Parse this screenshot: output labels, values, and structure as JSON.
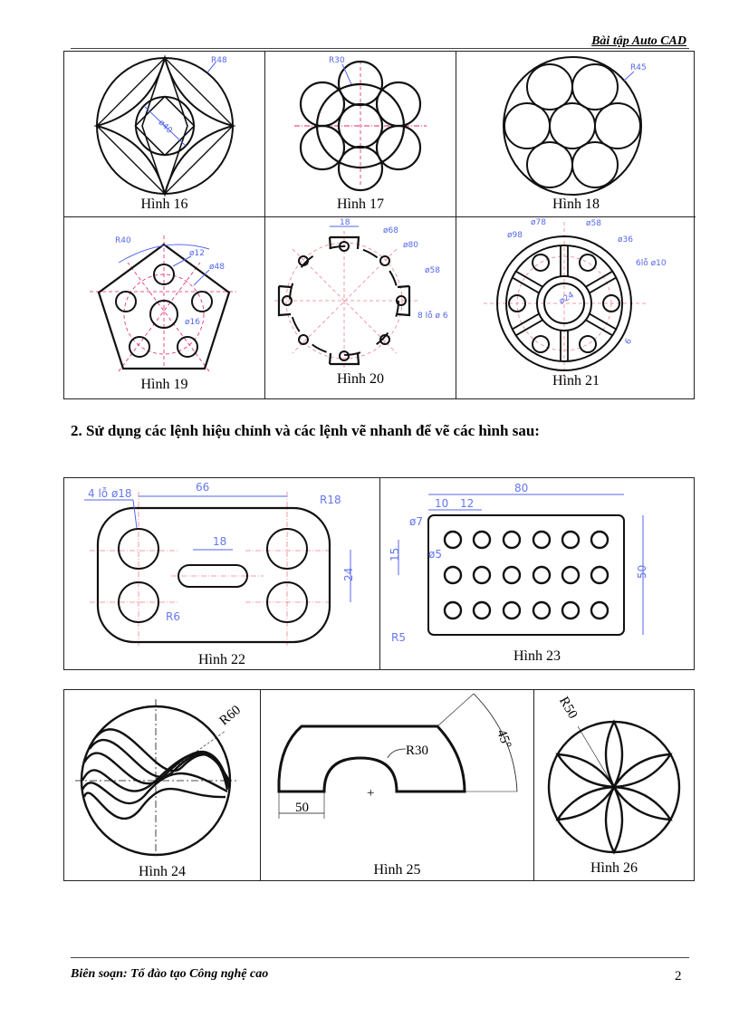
{
  "header": {
    "title": "Bài tập Auto CAD"
  },
  "section_heading": "2. Sử dụng các lệnh hiệu chỉnh và các lệnh vẽ nhanh để vẽ các hình sau:",
  "figures_top": [
    {
      "caption": "Hình 16",
      "dims": [
        "R48",
        "ø40"
      ]
    },
    {
      "caption": "Hình 17",
      "dims": [
        "R30"
      ]
    },
    {
      "caption": "Hình 18",
      "dims": [
        "R45"
      ]
    },
    {
      "caption": "Hình 19",
      "dims": [
        "R40",
        "ø12",
        "ø48",
        "ø16"
      ]
    },
    {
      "caption": "Hình 20",
      "dims": [
        "18",
        "ø68",
        "ø80",
        "ø58",
        "8 lỗ ø 6"
      ]
    },
    {
      "caption": "Hình 21",
      "dims": [
        "ø78",
        "ø98",
        "ø58",
        "ø36",
        "6lỗ ø10",
        "ø24",
        "6"
      ]
    }
  ],
  "figures_middle": [
    {
      "caption": "Hình 22",
      "dims": [
        "4 lỗ ø18",
        "66",
        "R18",
        "18",
        "24",
        "R6"
      ]
    },
    {
      "caption": "Hình 23",
      "dims": [
        "80",
        "10",
        "12",
        "ø7",
        "ø5",
        "15",
        "50",
        "R5"
      ]
    }
  ],
  "figures_bottom": [
    {
      "caption": "Hình 24",
      "dims": [
        "R60"
      ]
    },
    {
      "caption": "Hình 25",
      "dims": [
        "R30",
        "50",
        "45°"
      ]
    },
    {
      "caption": "Hình 26",
      "dims": [
        "R50"
      ]
    }
  ],
  "footer": {
    "author": "Biên soạn: Tổ đào tạo Công nghệ cao",
    "page": "2"
  }
}
